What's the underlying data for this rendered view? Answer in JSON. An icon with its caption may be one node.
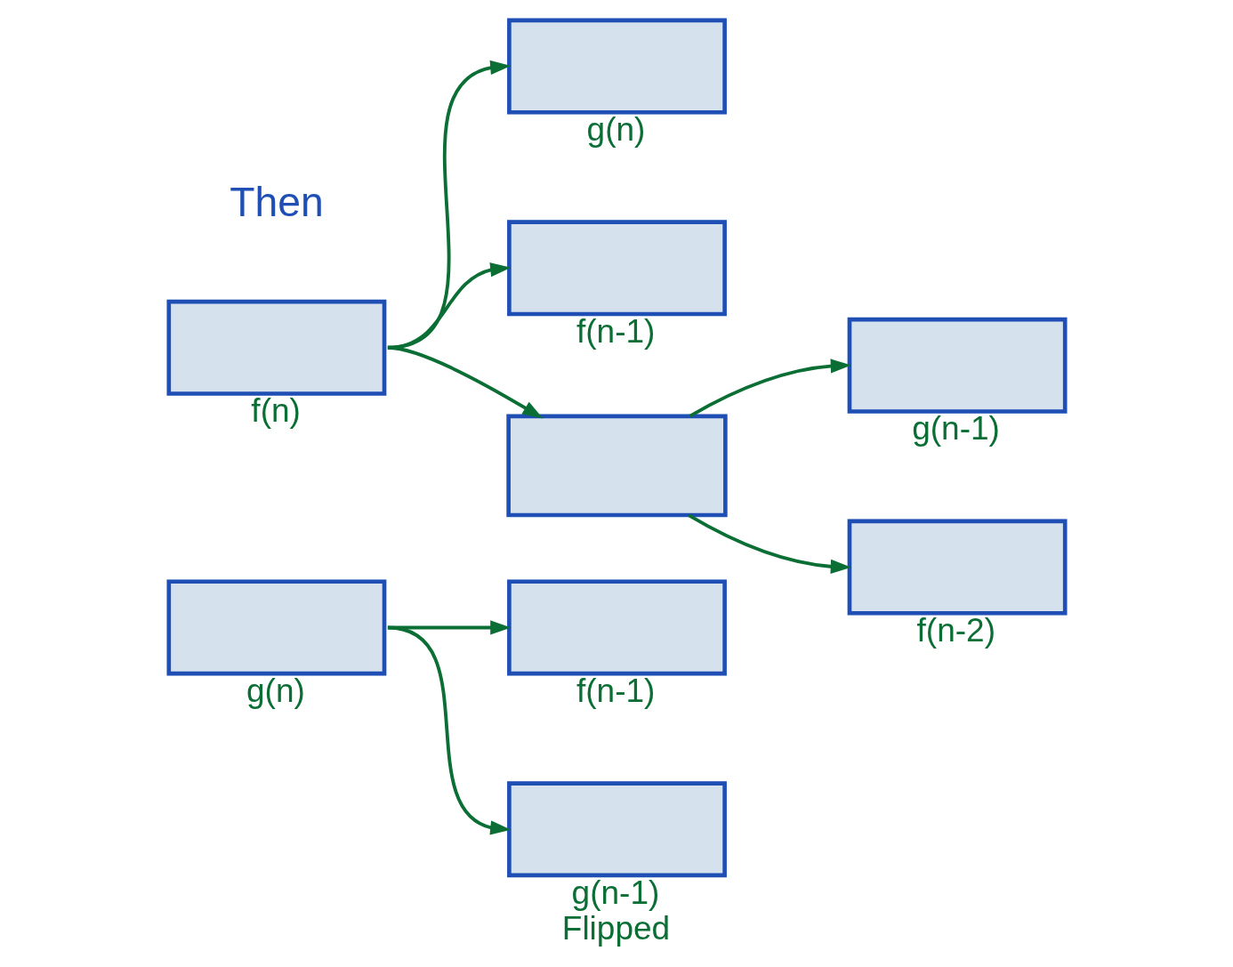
{
  "diagram": {
    "nodes": [
      {
        "text": [],
        "shape": "box",
        "beside": [
          "f(n)"
        ]
      },
      {
        "text": [],
        "shape": "box",
        "beside": [
          "g(n)"
        ]
      },
      {
        "text": [],
        "shape": "box",
        "beside": [
          "f(n-1)"
        ]
      },
      {
        "text": [],
        "shape": "box"
      },
      {
        "text": [],
        "shape": "box",
        "beside": [
          "g(n-1)"
        ]
      },
      {
        "text": [],
        "shape": "box",
        "beside": [
          "f(n-2)"
        ]
      },
      {
        "text": [],
        "shape": "box",
        "beside": [
          "g(n)"
        ]
      },
      {
        "text": [],
        "shape": "box",
        "beside": [
          "f(n-1)"
        ]
      },
      {
        "text": [],
        "shape": "box",
        "beside": [
          "g(n-1)",
          "Flipped"
        ]
      }
    ],
    "edges": [
      {
        "from": 0,
        "to": 1,
        "arrow": "to"
      },
      {
        "from": 0,
        "to": 2,
        "arrow": "to"
      },
      {
        "from": 0,
        "to": 3,
        "arrow": "to"
      },
      {
        "from": 3,
        "to": 4,
        "arrow": "to"
      },
      {
        "from": 3,
        "to": 5,
        "arrow": "to"
      },
      {
        "from": 6,
        "to": 7,
        "arrow": "to"
      },
      {
        "from": 6,
        "to": 8,
        "arrow": "to"
      }
    ],
    "labels": [
      "Then"
    ]
  }
}
